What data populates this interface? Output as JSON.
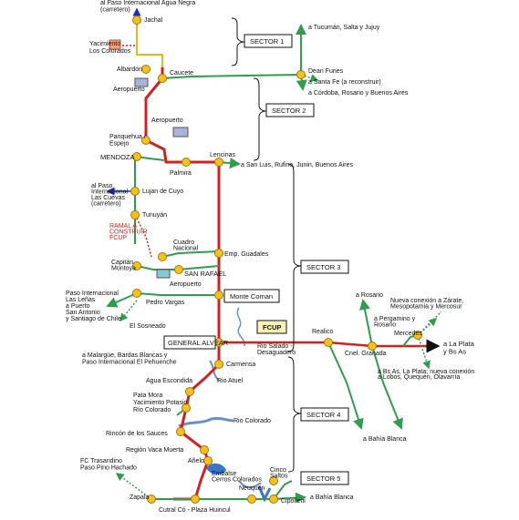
{
  "colors": {
    "red_line": "#d42020",
    "green_line": "#2e9e4e",
    "yellow_line": "#e8b71a",
    "blue_arrow": "#1e2fb0",
    "station_fill": "#f5c21b",
    "station_stroke": "#a07810",
    "river": "#6a8fc8",
    "airport_fill": "#a9b3de"
  },
  "labels": {
    "paso_agua_negra": "al Paso Internacional Agua Negra\n(carretero)",
    "jachal": "Jachal",
    "yacimiento_colorados": "Yacimiento\nLos Colorados",
    "albardon": "Albardón",
    "caucete": "Caucete",
    "aeropuerto_1": "Aeropuerto",
    "aeropuerto_2": "Aeropuerto",
    "dean_funes": "Dean Funes",
    "tucuman": "a Tucumán, Salta y Jujuy",
    "santa_fe": "a Santa Fe (a reconstruir)",
    "cordoba": "a Córdoba, Rosario y Buenos Aires",
    "panquehua": "Panquehua /\nEspejo",
    "mendoza": "MENDOZA",
    "palmira": "Palmira",
    "lencinas": "Lencinas",
    "san_luis": "a San Luis, Rufino, Junin, Buenos Aires",
    "paso_cuevas": "al Paso\nInternacional\nLas Cuevas\n(carretero)",
    "lujan": "Lujan de Cuyo",
    "tunuyan": "Tunuyán",
    "ramal": "RAMAL A\nCONSTRUIR\nFCUP",
    "cuadro_nacional": "Cuadro\nNacional",
    "emp_guadales": "Emp. Guadales",
    "capitan_montoya": "Capitán\nMontoya",
    "san_rafael": "SAN RAFAEL",
    "aeropuerto_3": "Aeropuerto",
    "paso_lenas": "Paso Internacional\nLas Leñas\na Puerto\nSan Antonio\ny Santiago de Chile",
    "pedro_vargas": "Pedro Vargas",
    "el_sosneado": "El Sosneado",
    "monte_coman": "Monte Coman",
    "fcup": "FCUP",
    "malargue": "a Malargüe, Bardas Blancas y\nPaso Internacional El Pehuenche",
    "general_alvear": "GENERAL ALVEAR",
    "rio_salado": "Rio Salado -\nDesaguadero",
    "carmensa": "Carmensa",
    "rio_atuel": "Rio Atuel",
    "agua_escondida": "Agua Escondida",
    "pata_mora": "Pata Mora\nYacimiento Potasio\nRío Colorado",
    "rio_colorado": "Rio Colorado",
    "rincon_sauces": "Rincón de los Sauces",
    "vaca_muerta": "Región Vaca Muerta",
    "anelo": "Añelo",
    "embalse": "Embalse\nCerros Colorados",
    "cinco_saltos": "Cinco\nSaltos",
    "neuquen": "Neuquén",
    "fc_trasandino": "FC Trasandino\nPaso Pino Hachado",
    "zapala": "Zapala",
    "cutral_co": "Cutral Có - Plaza Huincul",
    "cipolletti": "Cipolletti",
    "bahia_blanca_1": "a Bahía Blanca",
    "realico": "Realico",
    "cnel_granada": "Cnel. Granada",
    "rosario": "a Rosario",
    "nueva_conexion": "Nueva conexión a Zárate,\nMesopotamia y Mercosur",
    "pergamino": "a Pergamino y\nRosario",
    "mercedes": "Mercedes",
    "la_plata": "a La Plata\ny Bs As",
    "bs_as_la_plata": "a Bs As, La Plata; nueva conexión\na Lobos, Quequén, Olavarría",
    "bahia_blanca_2": "a Bahía Blanca"
  },
  "sectors": {
    "s1": "SECTOR 1",
    "s2": "SECTOR 2",
    "s3": "SECTOR 3",
    "s4": "SECTOR 4",
    "s5": "SECTOR 5"
  }
}
